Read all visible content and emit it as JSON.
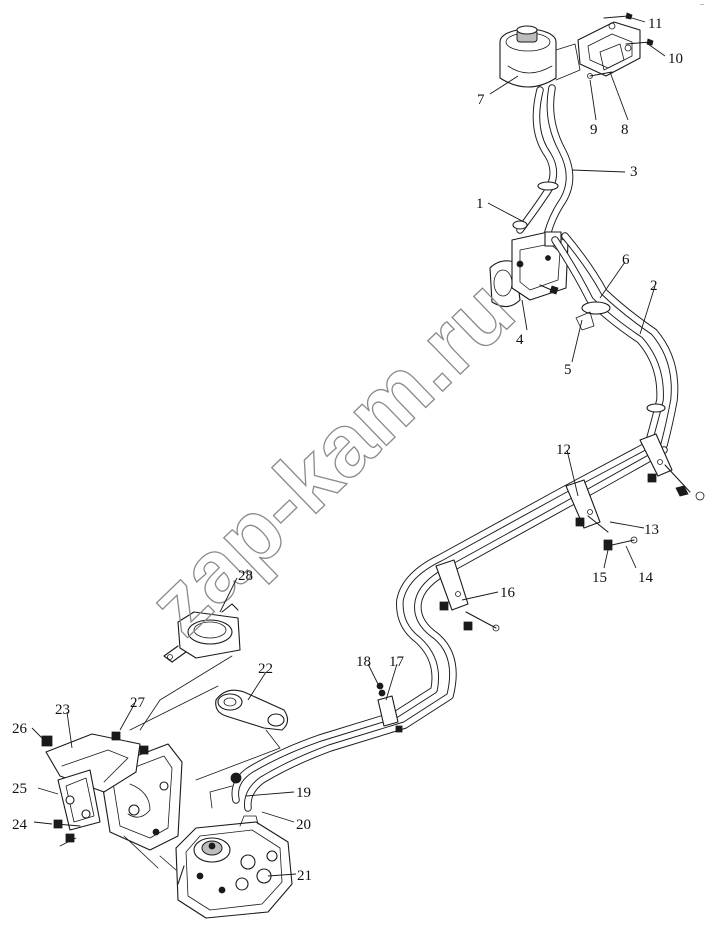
{
  "watermark": "zap-kam.ru",
  "corner_mark": "¯",
  "callouts": [
    {
      "id": "c1",
      "label": "1"
    },
    {
      "id": "c2",
      "label": "2"
    },
    {
      "id": "c3",
      "label": "3"
    },
    {
      "id": "c4",
      "label": "4"
    },
    {
      "id": "c5",
      "label": "5"
    },
    {
      "id": "c6",
      "label": "6"
    },
    {
      "id": "c7",
      "label": "7"
    },
    {
      "id": "c8",
      "label": "8"
    },
    {
      "id": "c9",
      "label": "9"
    },
    {
      "id": "c10",
      "label": "10"
    },
    {
      "id": "c11",
      "label": "11"
    },
    {
      "id": "c12",
      "label": "12"
    },
    {
      "id": "c13",
      "label": "13"
    },
    {
      "id": "c14",
      "label": "14"
    },
    {
      "id": "c15",
      "label": "15"
    },
    {
      "id": "c16",
      "label": "16"
    },
    {
      "id": "c17",
      "label": "17"
    },
    {
      "id": "c18",
      "label": "18"
    },
    {
      "id": "c19",
      "label": "19"
    },
    {
      "id": "c20",
      "label": "20"
    },
    {
      "id": "c21",
      "label": "21"
    },
    {
      "id": "c22",
      "label": "22"
    },
    {
      "id": "c23",
      "label": "23"
    },
    {
      "id": "c24",
      "label": "24"
    },
    {
      "id": "c25",
      "label": "25"
    },
    {
      "id": "c26",
      "label": "26"
    },
    {
      "id": "c27",
      "label": "27"
    },
    {
      "id": "c28",
      "label": "28"
    }
  ]
}
